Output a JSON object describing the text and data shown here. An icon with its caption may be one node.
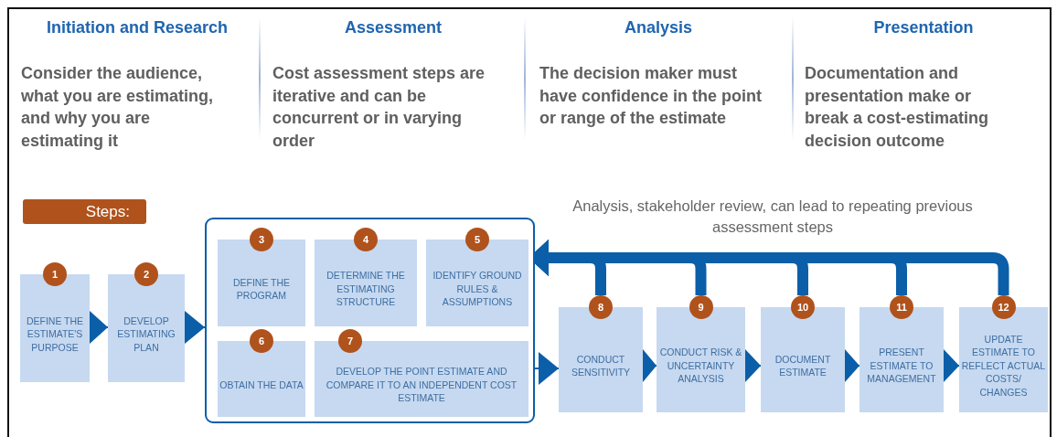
{
  "diagram": {
    "nodes": [
      {
        "text": [
          "Steps:"
        ]
      },
      {
        "text": [
          "1",
          "DEFINE THE ESTIMATE'S PURPOSE"
        ]
      },
      {
        "text": [
          "2",
          "DEVELOP ESTIMATING PLAN"
        ]
      },
      {
        "text": [],
        "shape": "box"
      },
      {
        "text": [
          "3",
          "DEFINE THE PROGRAM"
        ],
        "in": 3
      },
      {
        "text": [
          "4",
          "DETERMINE THE ESTIMATING STRUCTURE"
        ],
        "in": 3
      },
      {
        "text": [
          "5",
          "IDENTIFY GROUND RULES & ASSUMPTIONS"
        ],
        "in": 3
      },
      {
        "text": [
          "6",
          "OBTAIN THE DATA"
        ],
        "in": 3
      },
      {
        "text": [
          "7",
          "DEVELOP THE POINT ESTIMATE AND COMPARE IT TO AN INDEPENDENT COST ESTIMATE"
        ],
        "in": 3
      },
      {
        "text": [
          "8",
          "CONDUCT SENSITIVITY"
        ]
      },
      {
        "text": [
          "9",
          "CONDUCT RISK & UNCERTAINTY ANALYSIS"
        ]
      },
      {
        "text": [
          "10",
          "DOCUMENT ESTIMATE"
        ]
      },
      {
        "text": [
          "11",
          "PRESENT ESTIMATE TO MANAGEMENT"
        ]
      },
      {
        "text": [
          "12",
          "UPDATE ESTIMATE TO REFLECT ACTUAL COSTS/ CHANGES"
        ]
      }
    ],
    "edges": [
      {
        "from": 1,
        "to": 2,
        "arrow": "to"
      },
      {
        "from": 2,
        "to": 3,
        "arrow": "to"
      },
      {
        "from": 3,
        "to": 9,
        "arrow": "to"
      },
      {
        "from": 9,
        "to": 10,
        "arrow": "to"
      },
      {
        "from": 10,
        "to": 11,
        "arrow": "to"
      },
      {
        "from": 11,
        "to": 12,
        "arrow": "to"
      },
      {
        "from": 12,
        "to": 13,
        "arrow": "to"
      },
      {
        "from": 9,
        "to": 3,
        "arrow": "to",
        "style": "thick"
      },
      {
        "from": 10,
        "to": 3,
        "arrow": "to",
        "style": "thick"
      },
      {
        "from": 11,
        "to": 3,
        "arrow": "to",
        "style": "thick"
      },
      {
        "from": 12,
        "to": 3,
        "arrow": "to",
        "style": "thick"
      },
      {
        "from": 13,
        "to": 3,
        "arrow": "to",
        "style": "thick"
      }
    ],
    "labels": [
      "Initiation and Research",
      "Assessment",
      "Analysis",
      "Presentation",
      "Consider the audience, what you are estimating, and why you are estimating it",
      "Cost assessment steps are iterative and can be concurrent or in varying order",
      "The decision maker must have confidence in the point or range of the estimate",
      "Documentation and presentation make or break a cost-estimating decision outcome",
      "Analysis, stakeholder review, can lead to repeating previous assessment steps"
    ]
  }
}
